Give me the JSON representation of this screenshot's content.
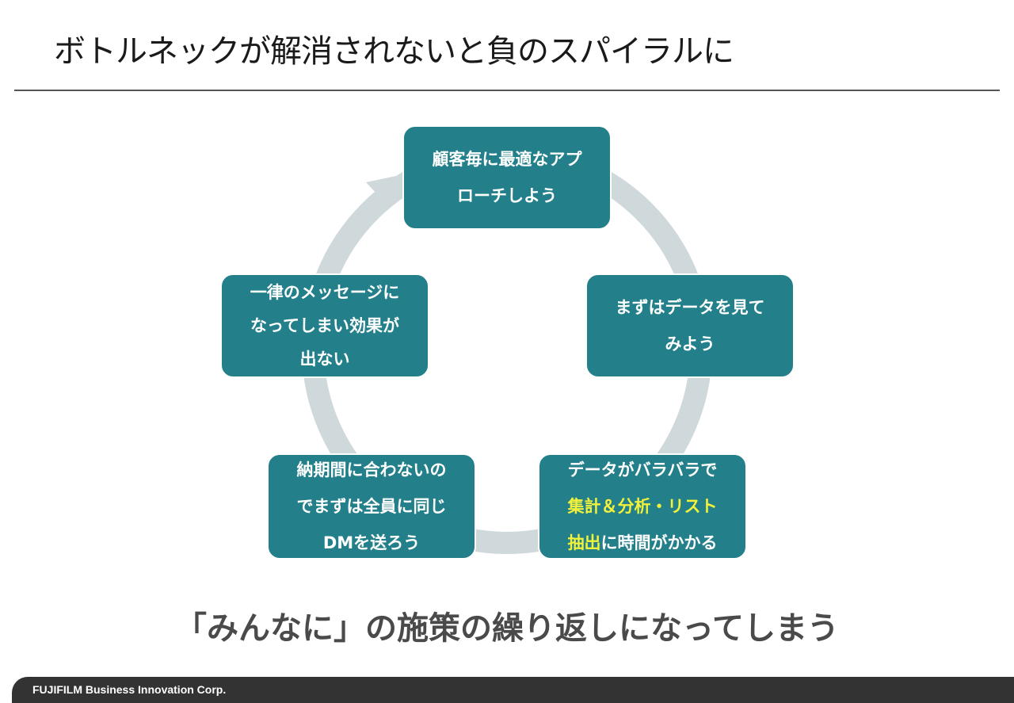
{
  "slide": {
    "title": "ボトルネックが解消されないと負のスパイラルに",
    "cycle": [
      {
        "lines": [
          "顧客毎に最適なアプ",
          "ローチしよう"
        ]
      },
      {
        "lines": [
          "まずはデータを見て",
          "みよう"
        ]
      },
      {
        "line1": "データがバラバラで",
        "line2_highlight": "集計＆分析・リスト",
        "line3_highlight": "抽出",
        "line3_rest": "に時間がかかる"
      },
      {
        "lines": [
          "納期間に合わないの",
          "でまずは全員に同じ",
          "DMを送ろう"
        ]
      },
      {
        "lines": [
          "一律のメッセージに",
          "なってしまい効果が",
          "出ない"
        ]
      }
    ],
    "summary": "「みんなに」の施策の繰り返しになってしまう",
    "footer": "FUJIFILM Business Innovation Corp.",
    "colors": {
      "box": "#23808a",
      "ring": "#cfd8da",
      "highlight": "#f2f23a",
      "footer": "#333333"
    }
  }
}
